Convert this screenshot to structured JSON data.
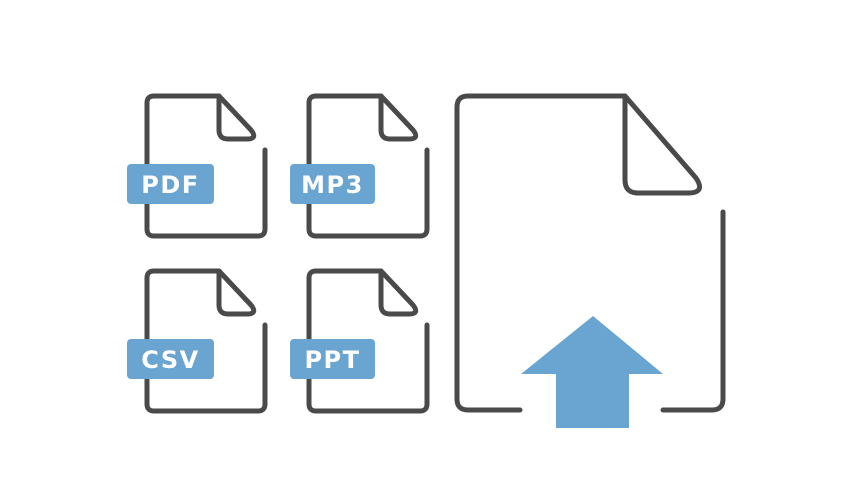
{
  "file_types": [
    {
      "label": "PDF",
      "icon": "pdf-file-icon"
    },
    {
      "label": "MP3",
      "icon": "mp3-file-icon"
    },
    {
      "label": "CSV",
      "icon": "csv-file-icon"
    },
    {
      "label": "PPT",
      "icon": "ppt-file-icon"
    }
  ],
  "upload": {
    "icon": "upload-file-icon",
    "arrow_icon": "upload-arrow-icon"
  },
  "colors": {
    "outline": "#4a4a4a",
    "accent": "#6aa5d1",
    "badge_text": "#ffffff",
    "background": "#ffffff"
  }
}
